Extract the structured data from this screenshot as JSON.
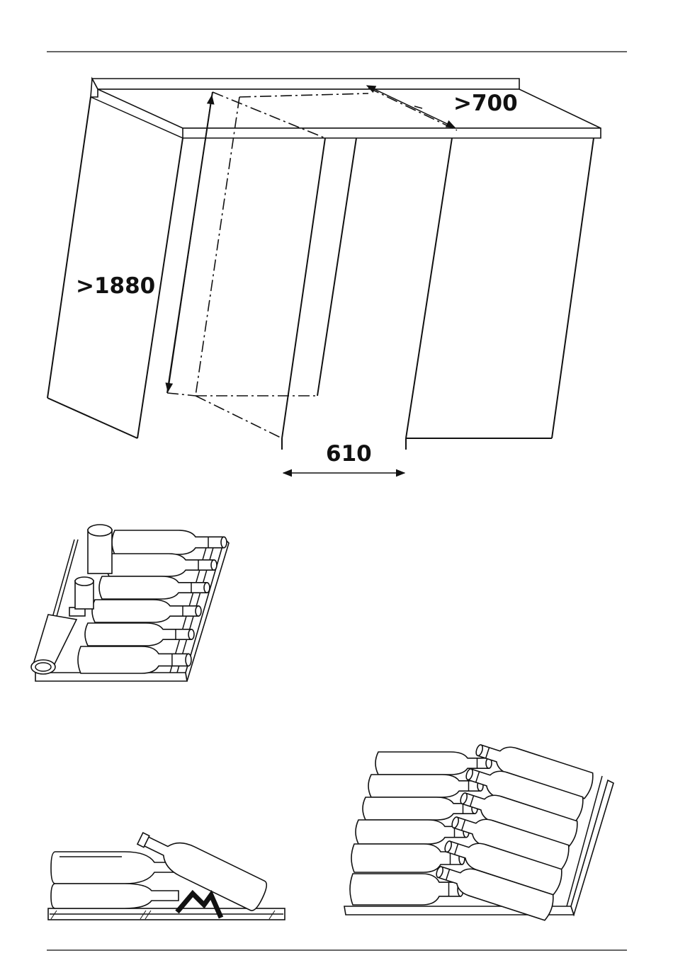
{
  "figure": {
    "dimensions": {
      "depth_label": ">700",
      "height_label": ">1880",
      "width_label": "610"
    }
  }
}
